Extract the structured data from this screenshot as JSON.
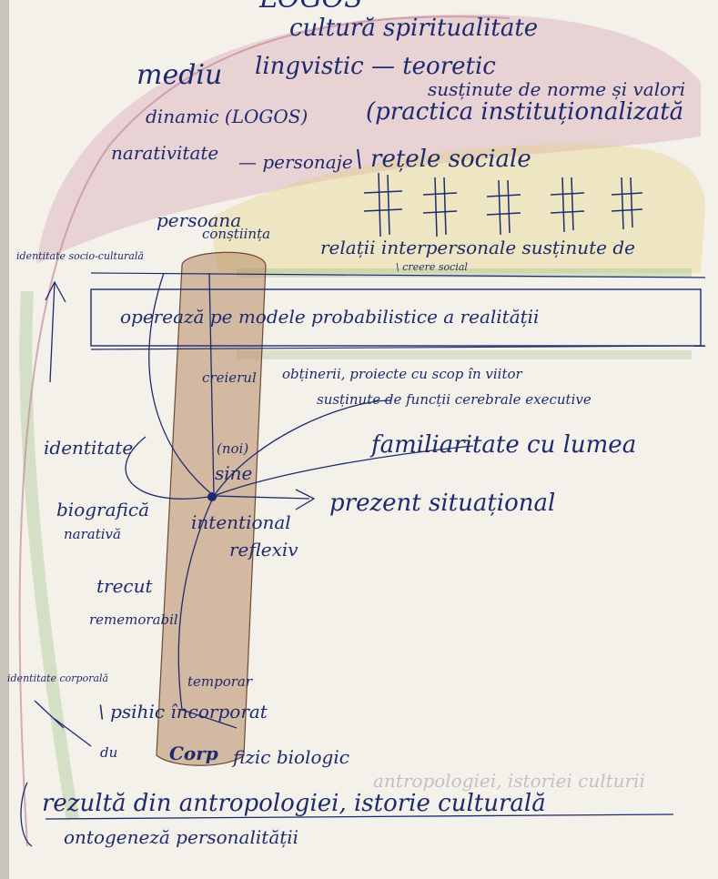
{
  "header": {
    "top_cut": "LOGOS",
    "cultura_spiritualitati": "cultură spiritualitate",
    "mediu": "mediu",
    "lingvistic_teoretic": "lingvistic — teoretic",
    "sustinute_norme": "susținute de norme și valori",
    "dinamic_logos": "dinamic (LOGOS)",
    "practica": "(practica instituționalizată",
    "narativitati": "narativitate",
    "personaje": "— personaje",
    "retele": "\\ rețele sociale"
  },
  "persona": {
    "persoana": "persoana",
    "constiinta": "conștiința",
    "relatii": "relații interpersonale susținute de",
    "creere_social": "\\ creere social",
    "identitate_socio": "identitate socio-culturală"
  },
  "middle": {
    "opereaza": "operează pe modele probabilistice a realității",
    "creierul": "creierul",
    "obtinerea": "obținerii, proiecte cu scop în viitor",
    "sustinute_functii": "susținute de funcții cerebrale executive",
    "familiaritate": "familiaritate cu lumea"
  },
  "self": {
    "identitate": "identitate",
    "noi": "(noi)",
    "sine": "sine",
    "biografica": "biografică",
    "narativa": "narativă",
    "intentional": "intentional",
    "reflexiv": "reflexiv",
    "prezent": "prezent situațional",
    "trecut": "trecut",
    "rememorabil": "rememorabil"
  },
  "body": {
    "identitate_corporala": "identitate corporală",
    "temporar": "temporar",
    "psihic_incorporat": "\\ psihic încorporat",
    "du": "du",
    "corp": "Corp",
    "fizic_biologic": "fizic biologic"
  },
  "footer": {
    "faint_text": "antropologiei, istoriei culturii",
    "rezulta": "rezultă din antropologiei, istorie culturală",
    "ontogeneza": "ontogeneză personalității"
  },
  "colors": {
    "ink": "#1e2a6e",
    "pink": "#cf93a6",
    "yellow": "#e3d27a",
    "green": "#8ab572",
    "brown": "#b98a66",
    "paper": "#f4f1ea"
  }
}
